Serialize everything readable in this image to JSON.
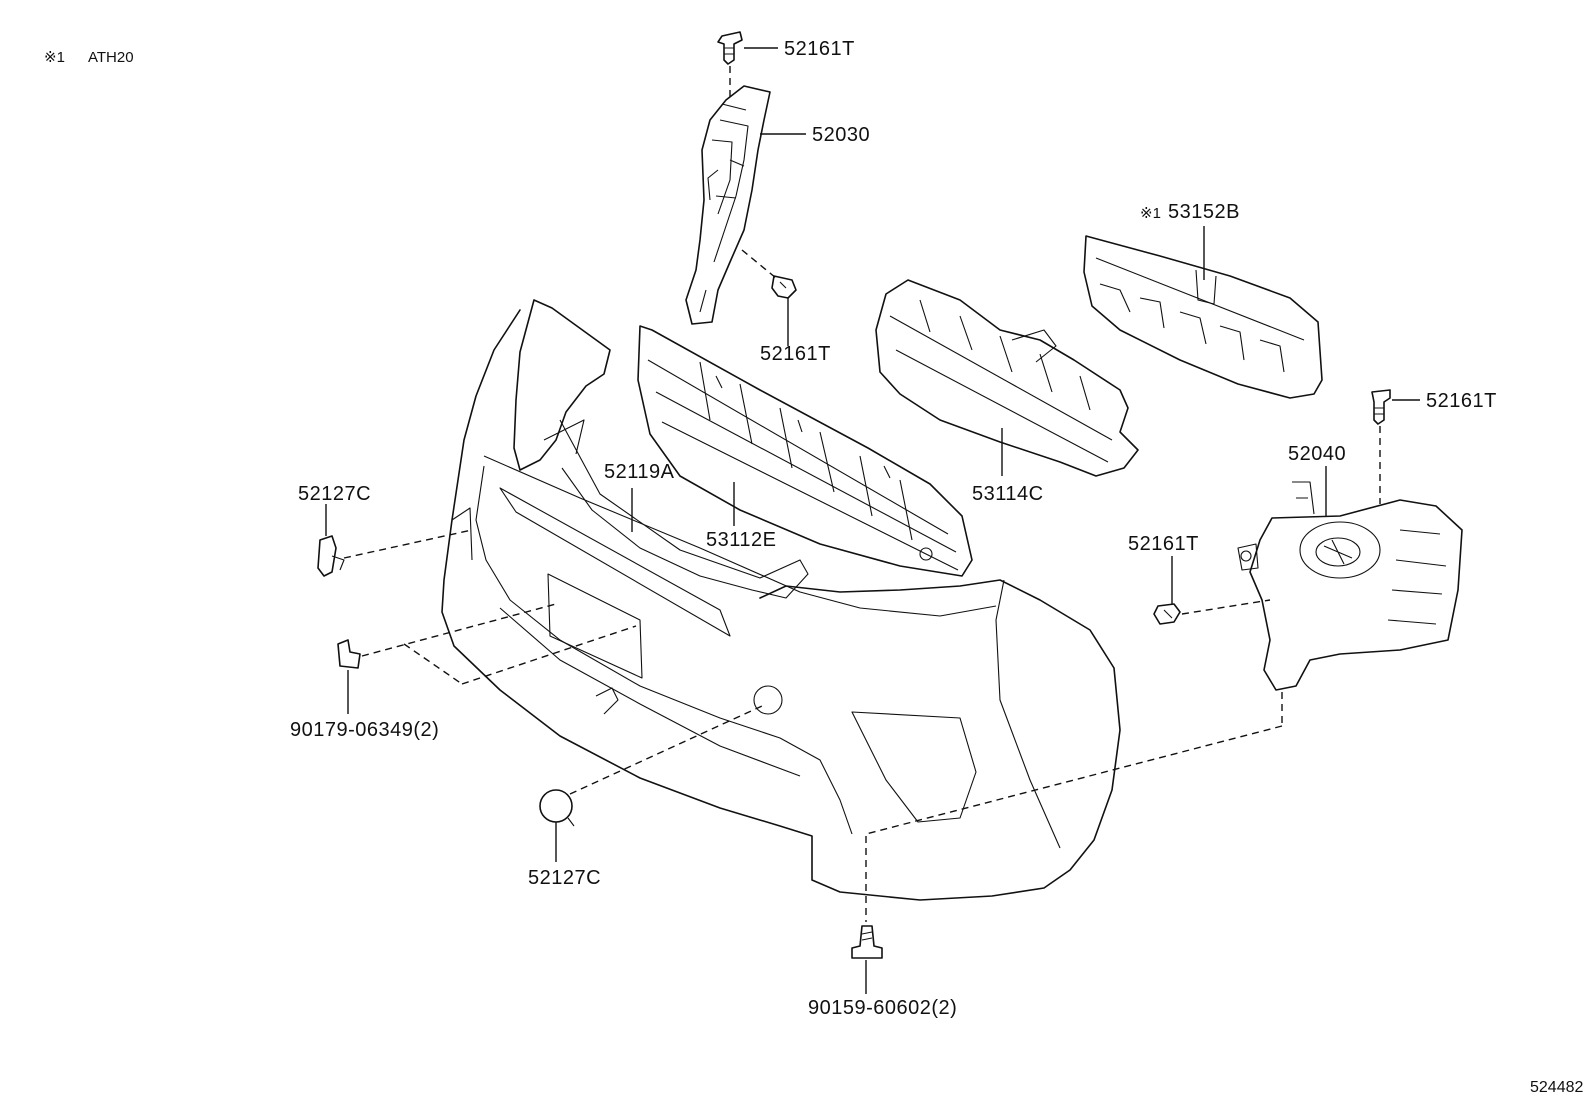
{
  "header": {
    "note_mark": "※1",
    "note_text": "ATH20"
  },
  "footer": {
    "drawing_number": "524482"
  },
  "callouts": {
    "clip_top": "52161T",
    "retainer_left": "52030",
    "clip_mid": "52161T",
    "absorber": "53152B",
    "absorber_mark": "※1",
    "clip_right_top": "52161T",
    "retainer_right": "52040",
    "reinforcement": "53114C",
    "clip_right_mid": "52161T",
    "garnish_lower": "52119A",
    "grille_radiator": "53112E",
    "cover_hole_upper": "52127C",
    "nut_plate": "90179-06349(2)",
    "cover_hole_lower": "52127C",
    "screw_bottom": "90159-60602(2)"
  },
  "colors": {
    "line": "#111111",
    "background": "#ffffff"
  }
}
